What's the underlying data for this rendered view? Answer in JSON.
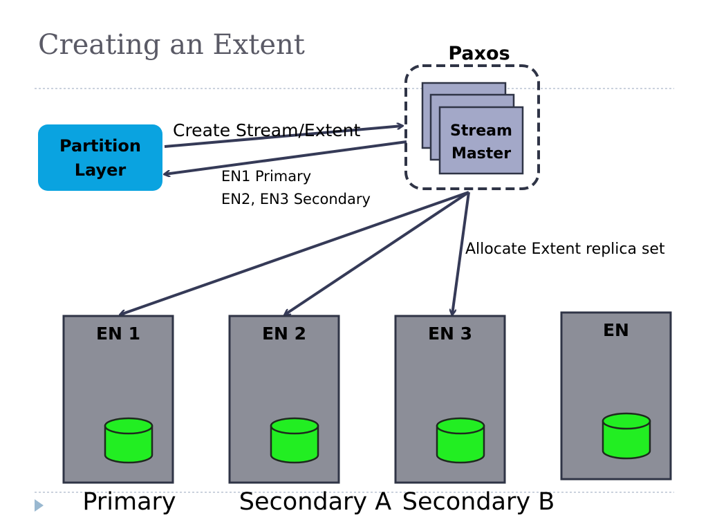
{
  "slide": {
    "title": "Creating an Extent"
  },
  "paxos": {
    "label": "Paxos",
    "stream_master": {
      "line1": "Stream",
      "line2": "Master"
    }
  },
  "partition_layer": {
    "line1": "Partition",
    "line2": "Layer"
  },
  "messages": {
    "request": "Create Stream/Extent",
    "reply_line1": "EN1 Primary",
    "reply_line2": "EN2, EN3 Secondary",
    "allocate": "Allocate Extent replica set"
  },
  "nodes": [
    {
      "label": "EN 1",
      "role": "Primary"
    },
    {
      "label": "EN 2",
      "role": "Secondary A"
    },
    {
      "label": "EN 3",
      "role": "Secondary B"
    },
    {
      "label": "EN",
      "role": ""
    }
  ],
  "colors": {
    "partition_layer_fill": "#0aa3e0",
    "stream_master_fill": "#a3a8c8",
    "node_fill": "#8c8e98",
    "disk_fill": "#22ee22",
    "arrow": "#353a57"
  }
}
